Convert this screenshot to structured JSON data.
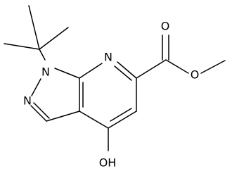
{
  "structure": {
    "atoms": {
      "n1": "N",
      "n2": "N",
      "n7": "N",
      "oh": "OH",
      "carbonyl_o": "O",
      "ester_o": "O"
    },
    "colors": {
      "bond": "#000000",
      "label": "#000000",
      "background": "#ffffff"
    }
  }
}
